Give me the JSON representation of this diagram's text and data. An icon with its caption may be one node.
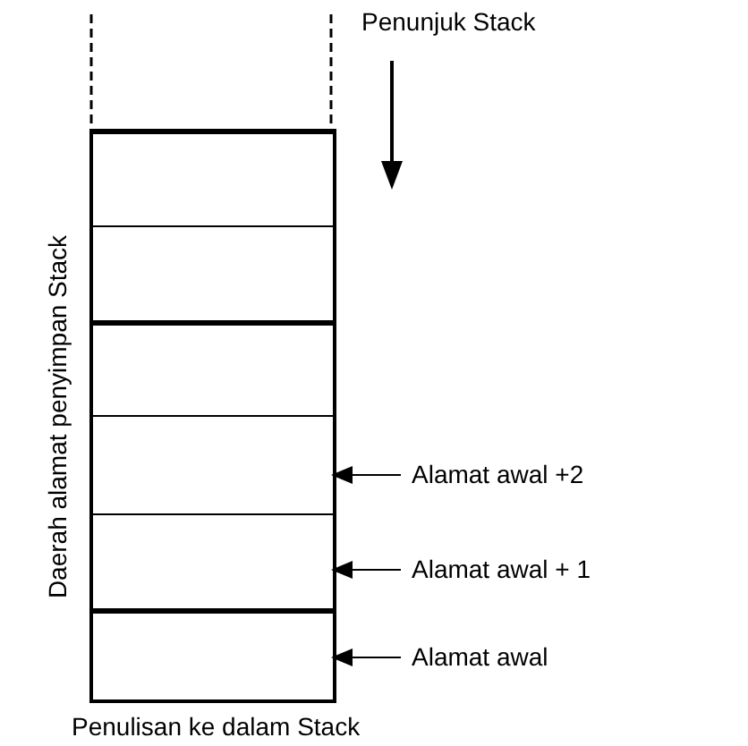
{
  "diagram": {
    "caption": "Penulisan ke dalam Stack",
    "nodes": [
      {
        "text": [],
        "shape": "box",
        "beside": [
          "Daerah alamat penyimpan Stack"
        ]
      },
      {
        "text": [],
        "shape": "box",
        "in": 0
      },
      {
        "text": [],
        "shape": "box",
        "in": 0
      },
      {
        "text": [],
        "shape": "box",
        "in": 0
      },
      {
        "text": [],
        "shape": "box",
        "in": 0
      },
      {
        "text": [],
        "shape": "box",
        "in": 0
      },
      {
        "text": [],
        "shape": "box",
        "in": 0
      },
      {
        "text": [
          "Alamat awal +2"
        ]
      },
      {
        "text": [
          "Alamat awal + 1"
        ]
      },
      {
        "text": [
          "Alamat awal"
        ]
      }
    ],
    "edges": [
      {
        "from": 7,
        "to": 4,
        "arrow": "to"
      },
      {
        "from": 8,
        "to": 5,
        "arrow": "to"
      },
      {
        "from": 9,
        "to": 6,
        "arrow": "to"
      }
    ],
    "labels": [
      "Penunjuk Stack"
    ]
  }
}
